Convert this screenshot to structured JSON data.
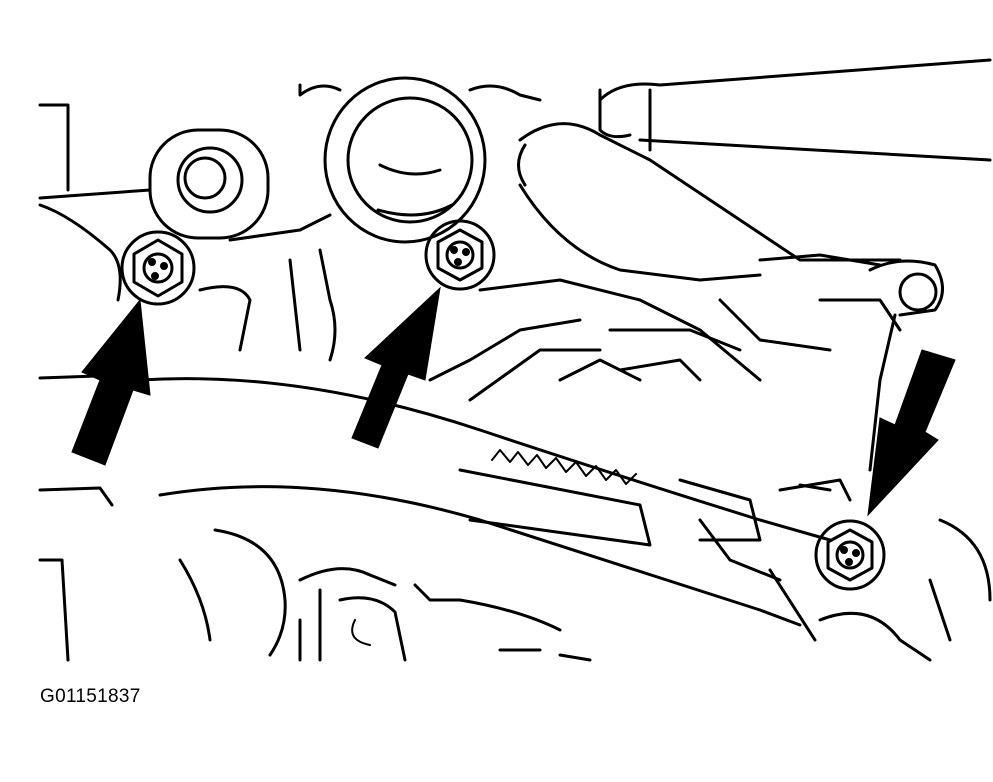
{
  "figure": {
    "id_label": "G01151837",
    "callouts": [
      {
        "name": "left-bolt",
        "arrow": "up"
      },
      {
        "name": "center-bolt",
        "arrow": "up"
      },
      {
        "name": "right-bolt",
        "arrow": "down"
      }
    ],
    "colors": {
      "line": "#000000",
      "background": "#ffffff"
    }
  }
}
